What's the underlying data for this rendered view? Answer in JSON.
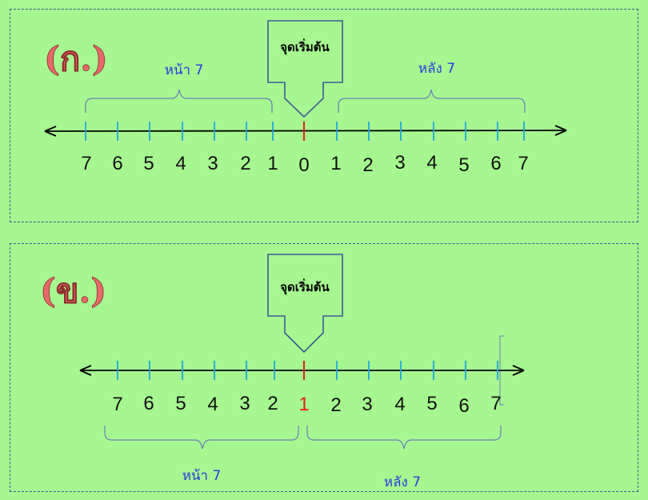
{
  "panel_a": {
    "id_label": "(ก.)",
    "callout": "จุดเริ่มต้น",
    "left_brace_label": "หน้า 7",
    "right_brace_label": "หลัง 7",
    "left_numbers": [
      "7",
      "6",
      "5",
      "4",
      "3",
      "2",
      "1"
    ],
    "center_number": "0",
    "right_numbers": [
      "1",
      "2",
      "3",
      "4",
      "5",
      "6",
      "7"
    ]
  },
  "panel_b": {
    "id_label": "(ข.)",
    "callout": "จุดเริ่มต้น",
    "left_brace_label": "หน้า 7",
    "right_brace_label": "หลัง 7",
    "left_numbers": [
      "7",
      "6",
      "5",
      "4",
      "3",
      "2"
    ],
    "center_number": "1",
    "right_numbers": [
      "2",
      "3",
      "4",
      "5",
      "6",
      "7"
    ]
  },
  "colors": {
    "background": "#a6f78f",
    "tick": "#1fa7e0",
    "center_tick": "#e0201c",
    "brace": "#6b7fbf",
    "label_id": "#e8696b"
  }
}
